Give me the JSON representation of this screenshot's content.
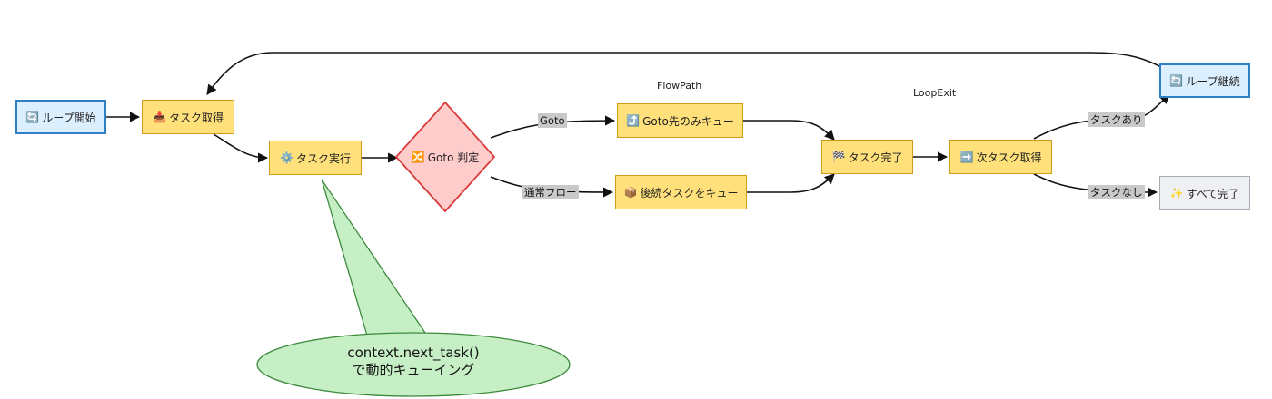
{
  "nodes": {
    "loop_start": {
      "label": "ループ開始",
      "icon": "🔄"
    },
    "get_task": {
      "label": "タスク取得",
      "icon": "📥"
    },
    "exec_task": {
      "label": "タスク実行",
      "icon": "⚙️"
    },
    "goto_judge": {
      "label": "Goto 判定",
      "icon": "🔀"
    },
    "goto_queue": {
      "label": "Goto先のみキュー",
      "icon": "⤴️"
    },
    "next_queue": {
      "label": "後続タスクをキュー",
      "icon": "📦"
    },
    "task_done": {
      "label": "タスク完了",
      "icon": "🏁"
    },
    "next_task": {
      "label": "次タスク取得",
      "icon": "➡️"
    },
    "loop_continue": {
      "label": "ループ継続",
      "icon": "🔄"
    },
    "all_done": {
      "label": "すべて完了",
      "icon": "✨"
    }
  },
  "edge_labels": {
    "goto": "Goto",
    "normal_flow": "通常フロー",
    "has_task": "タスクあり",
    "no_task": "タスクなし"
  },
  "subgraph_labels": {
    "flow_path": "FlowPath",
    "loop_exit": "LoopExit"
  },
  "callout": {
    "line1": "context.next_task()",
    "line2": "で動的キューイング"
  },
  "colors": {
    "blue_fill": "#dcefff",
    "blue_border": "#2f7fc1",
    "yellow_fill": "#ffe07a",
    "yellow_border": "#d29a1c",
    "diamond_fill": "#ffcccc",
    "diamond_border": "#d93a3a",
    "grey_fill": "#eef0f3",
    "callout_fill": "#c6efc6",
    "callout_border": "#3d8a3d"
  }
}
